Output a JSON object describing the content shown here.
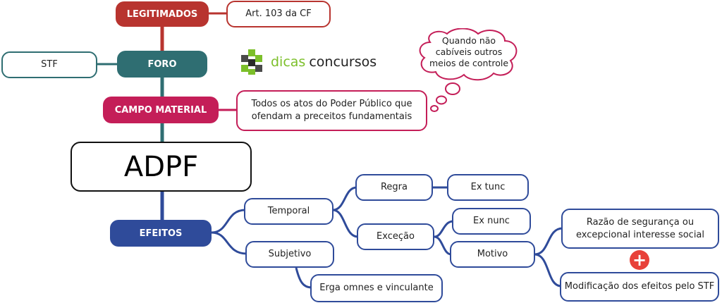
{
  "colors": {
    "legitimados": "#b8342f",
    "foro": "#2f6e72",
    "campo_material": "#c41e58",
    "efeitos": "#2f4b9a",
    "logo_green": "#7cbf2a",
    "plus_red": "#e8413a"
  },
  "center": {
    "label": "ADPF"
  },
  "branches": {
    "legitimados": {
      "label": "LEGITIMADOS",
      "detail": "Art. 103 da CF"
    },
    "foro": {
      "label": "FORO",
      "detail": "STF"
    },
    "campo_material": {
      "label": "CAMPO MATERIAL",
      "detail_line1": "Todos os atos do Poder Público que",
      "detail_line2": "ofendam a preceitos fundamentais"
    },
    "efeitos": {
      "label": "EFEITOS",
      "temporal": {
        "label": "Temporal",
        "regra": {
          "label": "Regra",
          "value": "Ex tunc"
        },
        "excecao": {
          "label": "Exceção",
          "value": "Ex nunc",
          "motivo": {
            "label": "Motivo",
            "reason1_line1": "Razão de segurança ou",
            "reason1_line2": "excepcional interesse social",
            "reason2": "Modificação dos efeitos pelo STF",
            "plus_symbol": "+"
          }
        }
      },
      "subjetivo": {
        "label": "Subjetivo",
        "value": "Erga omnes e vinculante"
      }
    }
  },
  "thought_bubble": {
    "line1": "Quando não",
    "line2": "cabíveis outros",
    "line3": "meios de controle"
  },
  "logo": {
    "word1": "dicas",
    "word2": "concursos",
    "icon": "cube-logo-icon"
  }
}
